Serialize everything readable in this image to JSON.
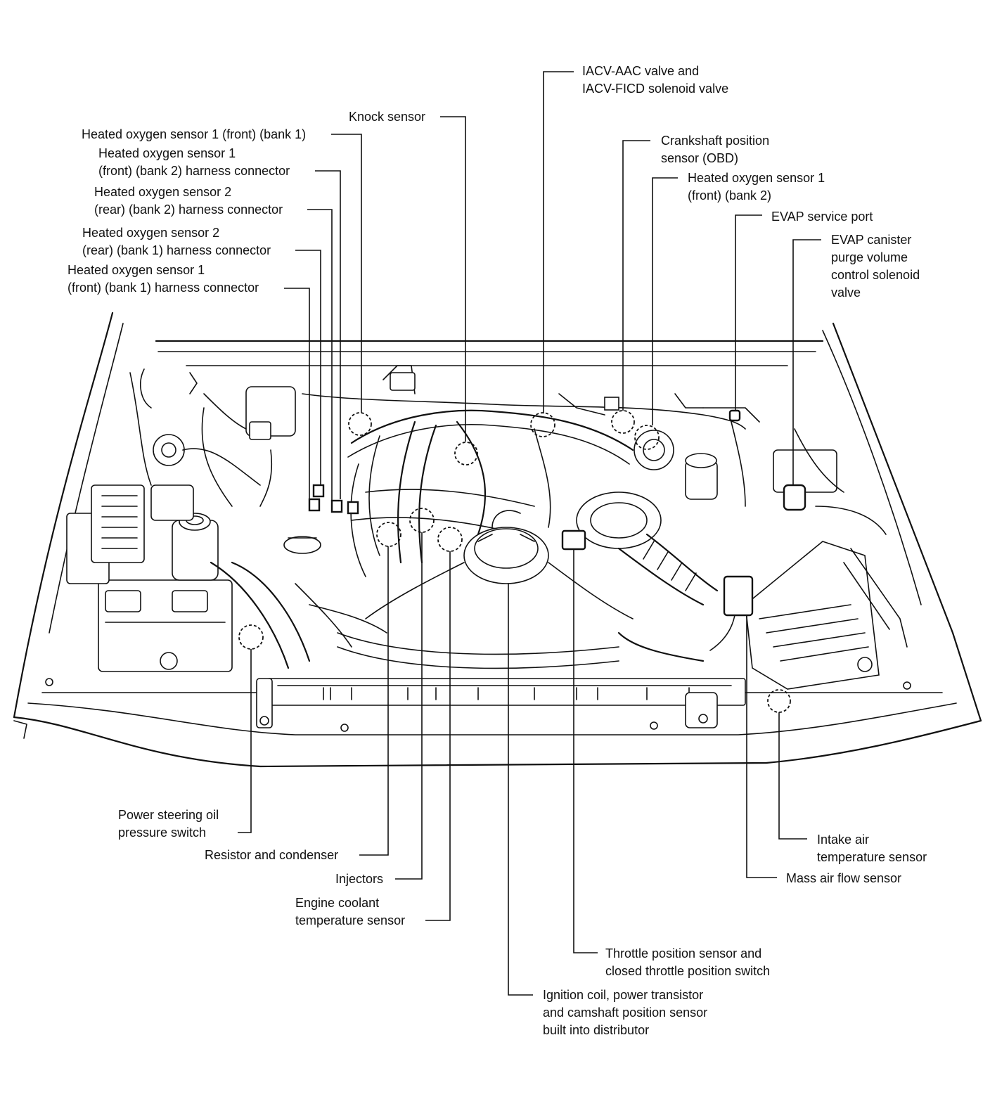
{
  "colors": {
    "ink": "#111111",
    "background": "#ffffff"
  },
  "labels": {
    "iacv": [
      "IACV-AAC valve and",
      "IACV-FICD solenoid valve"
    ],
    "knock_sensor": [
      "Knock sensor"
    ],
    "ho2s1_front_bank1": [
      "Heated oxygen sensor 1 (front) (bank 1)"
    ],
    "ho2s1_front_bank2_connector": [
      "Heated oxygen sensor 1",
      "(front) (bank 2) harness connector"
    ],
    "ho2s2_rear_bank2_connector": [
      "Heated oxygen sensor 2",
      "(rear) (bank 2) harness connector"
    ],
    "ho2s2_rear_bank1_connector": [
      "Heated oxygen sensor 2",
      "(rear) (bank 1) harness connector"
    ],
    "ho2s1_front_bank1_connector": [
      "Heated oxygen sensor 1",
      "(front) (bank 1) harness connector"
    ],
    "crankshaft_sensor": [
      "Crankshaft position",
      "sensor (OBD)"
    ],
    "ho2s1_front_bank2": [
      "Heated oxygen sensor 1",
      "(front) (bank 2)"
    ],
    "evap_service_port": [
      "EVAP service port"
    ],
    "evap_canister": [
      "EVAP canister",
      "purge volume",
      "control solenoid",
      "valve"
    ],
    "power_steering_switch": [
      "Power steering oil",
      "pressure switch"
    ],
    "resistor_condenser": [
      "Resistor and condenser"
    ],
    "injectors": [
      "Injectors"
    ],
    "coolant_sensor": [
      "Engine coolant",
      "temperature sensor"
    ],
    "ignition_coil": [
      "Ignition coil, power transistor",
      "and camshaft position sensor",
      "built into distributor"
    ],
    "throttle_sensor": [
      "Throttle position sensor and",
      "closed throttle position switch"
    ],
    "intake_air_temp": [
      "Intake air",
      "temperature sensor"
    ],
    "mass_air_flow": [
      "Mass air flow sensor"
    ]
  }
}
